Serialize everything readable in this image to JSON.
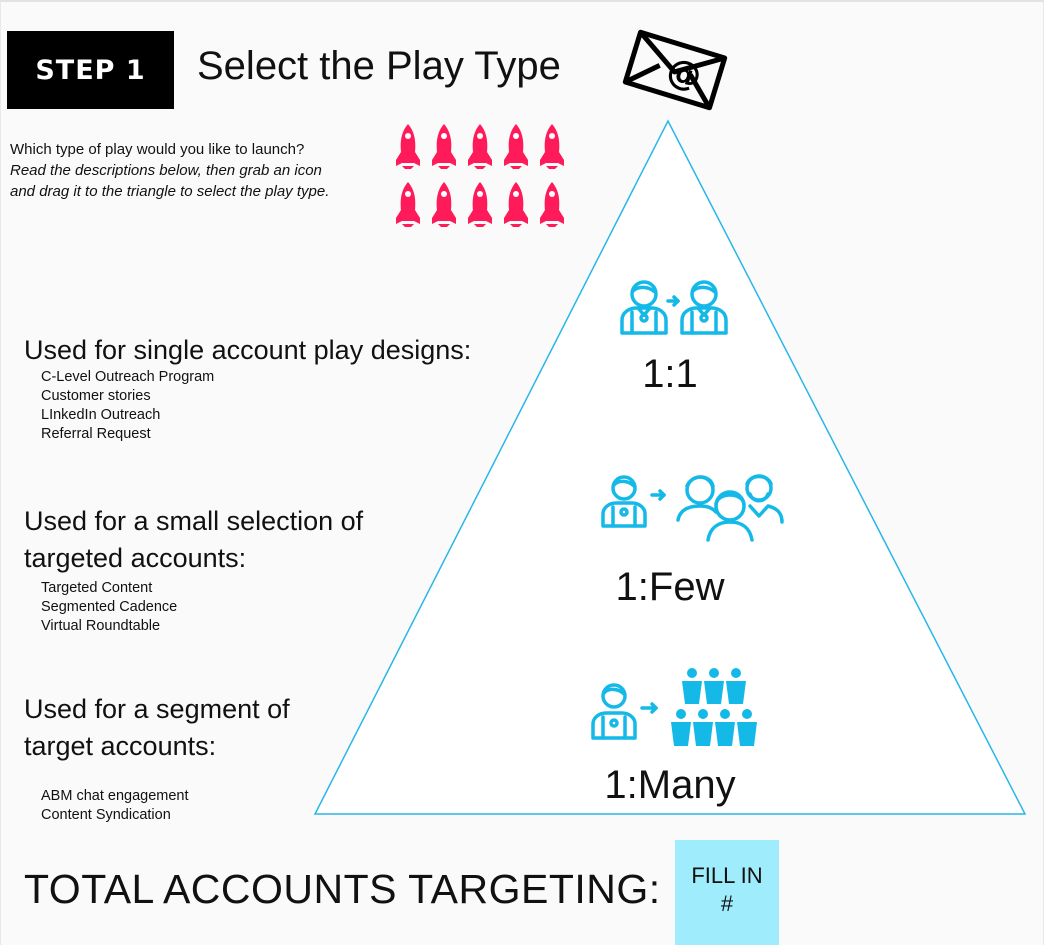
{
  "header": {
    "step_label": "STEP 1",
    "title": "Select the Play Type",
    "icon": "email-at-envelope-icon"
  },
  "intro": {
    "question": "Which type of play would you like to launch?",
    "instruction_line1": "Read the descriptions below, then grab an icon",
    "instruction_line2": "and drag it to the triangle to select the play type."
  },
  "rockets": {
    "icon": "rocket-icon",
    "count": 10,
    "color": "#ff1a5a"
  },
  "triangle": {
    "stroke_color": "#29b6e8",
    "fill": "#ffffff"
  },
  "sections": [
    {
      "heading_line1": "Used for single account play designs:",
      "heading_line2": "",
      "items": [
        "C-Level Outreach Program",
        "Customer stories",
        "LInkedIn Outreach",
        "Referral Request"
      ]
    },
    {
      "heading_line1": "Used for a small selection of",
      "heading_line2": "targeted accounts:",
      "items": [
        "Targeted Content",
        "Segmented Cadence",
        "Virtual Roundtable"
      ]
    },
    {
      "heading_line1": "Used for a segment of",
      "heading_line2": "target accounts:",
      "items": [
        "ABM chat engagement",
        "Content Syndication"
      ]
    }
  ],
  "tiers": [
    {
      "label": "1:1",
      "icon": "one-to-one-people-icon"
    },
    {
      "label": "1:Few",
      "icon": "one-to-few-people-icon"
    },
    {
      "label": "1:Many",
      "icon": "one-to-many-people-icon"
    }
  ],
  "icon_color": "#14b9e8",
  "footer": {
    "total_label": "TOTAL ACCOUNTS TARGETING:",
    "fill_line1": "FILL IN",
    "fill_line2": "#",
    "fill_color": "#9fecfc"
  }
}
